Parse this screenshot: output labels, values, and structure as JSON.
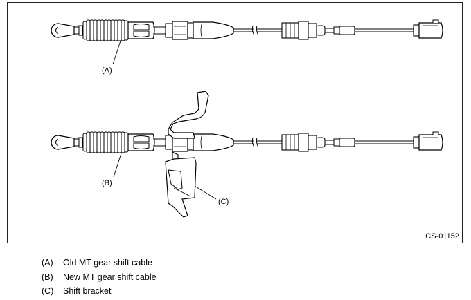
{
  "figure": {
    "code": "CS-01152",
    "callouts": {
      "a": "(A)",
      "b": "(B)",
      "c": "(C)"
    }
  },
  "legend": [
    {
      "key": "(A)",
      "text": "Old MT gear shift cable"
    },
    {
      "key": "(B)",
      "text": "New MT gear shift cable"
    },
    {
      "key": "(C)",
      "text": "Shift bracket"
    }
  ]
}
